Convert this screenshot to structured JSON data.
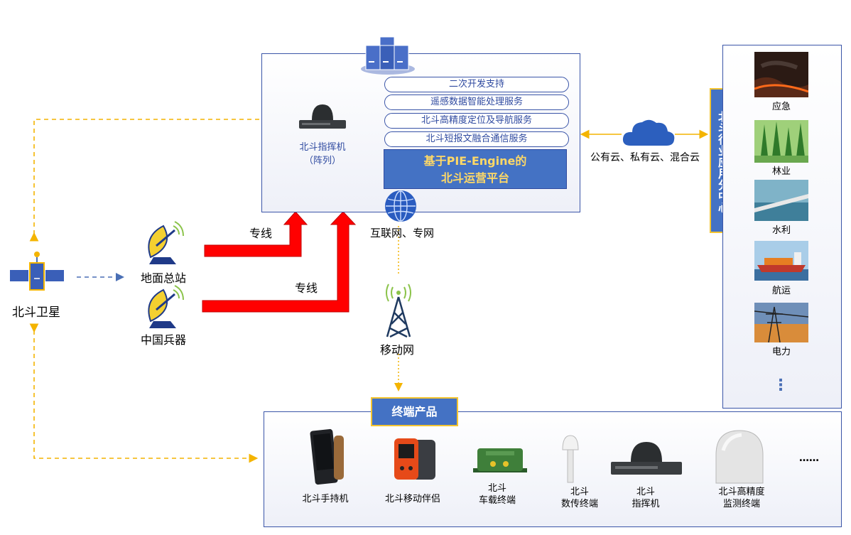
{
  "platform": {
    "services": [
      "二次开发支持",
      "遥感数据智能处理服务",
      "北斗高精度定位及导航服务",
      "北斗短报文融合通信服务"
    ],
    "title_line1": "基于PIE-Engine的",
    "title_line2": "北斗运营平台",
    "command_machine_line1": "北斗指挥机",
    "command_machine_line2": "（阵列）"
  },
  "cloud_label": "公有云、私有云、混合云",
  "industry_center": {
    "title": "北斗行业应用分中心",
    "items": [
      "应急",
      "林业",
      "水利",
      "航运",
      "电力"
    ],
    "more": "⋮"
  },
  "satellite_label": "北斗卫星",
  "ground_station_label": "地面总站",
  "china_ordnance_label": "中国兵器",
  "dedicated_line_label_1": "专线",
  "dedicated_line_label_2": "专线",
  "internet_label": "互联网、专网",
  "mobile_network_label": "移动网",
  "terminals": {
    "title": "终端产品",
    "products": [
      {
        "line1": "北斗手持机",
        "line2": ""
      },
      {
        "line1": "北斗移动伴侣",
        "line2": ""
      },
      {
        "line1": "北斗",
        "line2": "车载终端"
      },
      {
        "line1": "北斗",
        "line2": "数传终端"
      },
      {
        "line1": "北斗",
        "line2": "指挥机"
      },
      {
        "line1": "北斗高精度",
        "line2": "监测终端"
      }
    ],
    "more": "……"
  },
  "colors": {
    "border_blue": "#3a55a8",
    "platform_blue": "#4472c4",
    "title_yellow": "#ffd966",
    "arrow_red": "#ff0000",
    "dashed_orange": "#f4b400"
  }
}
